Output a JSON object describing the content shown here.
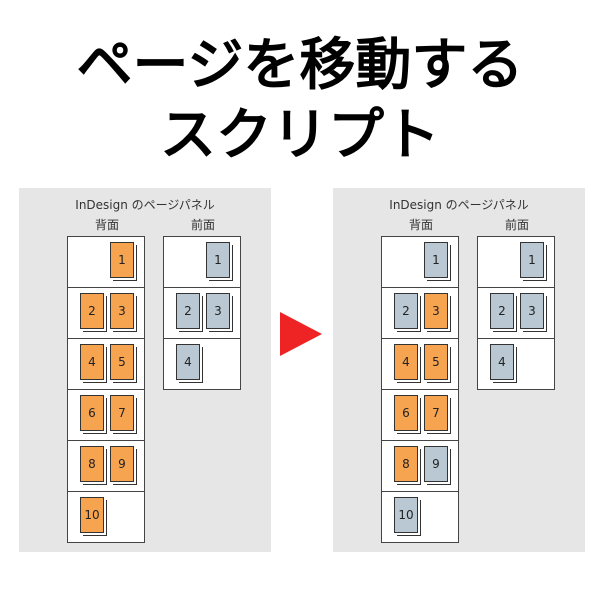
{
  "title": {
    "line1": "ページを移動する",
    "line2": "スクリプト"
  },
  "panels": [
    {
      "title": "InDesign のページパネル",
      "columns": [
        {
          "label": "背面",
          "rows": [
            [
              null,
              {
                "n": "1",
                "color": "orange"
              }
            ],
            [
              {
                "n": "2",
                "color": "orange"
              },
              {
                "n": "3",
                "color": "orange"
              }
            ],
            [
              {
                "n": "4",
                "color": "orange"
              },
              {
                "n": "5",
                "color": "orange"
              }
            ],
            [
              {
                "n": "6",
                "color": "orange"
              },
              {
                "n": "7",
                "color": "orange"
              }
            ],
            [
              {
                "n": "8",
                "color": "orange"
              },
              {
                "n": "9",
                "color": "orange"
              }
            ],
            [
              {
                "n": "10",
                "color": "orange"
              },
              null
            ]
          ]
        },
        {
          "label": "前面",
          "rows": [
            [
              null,
              {
                "n": "1",
                "color": "gray"
              }
            ],
            [
              {
                "n": "2",
                "color": "gray"
              },
              {
                "n": "3",
                "color": "gray"
              }
            ],
            [
              {
                "n": "4",
                "color": "gray"
              },
              null
            ]
          ]
        }
      ]
    },
    {
      "title": "InDesign のページパネル",
      "columns": [
        {
          "label": "背面",
          "rows": [
            [
              null,
              {
                "n": "1",
                "color": "gray"
              }
            ],
            [
              {
                "n": "2",
                "color": "gray"
              },
              {
                "n": "3",
                "color": "orange"
              }
            ],
            [
              {
                "n": "4",
                "color": "orange"
              },
              {
                "n": "5",
                "color": "orange"
              }
            ],
            [
              {
                "n": "6",
                "color": "orange"
              },
              {
                "n": "7",
                "color": "orange"
              }
            ],
            [
              {
                "n": "8",
                "color": "orange"
              },
              {
                "n": "9",
                "color": "gray"
              }
            ],
            [
              {
                "n": "10",
                "color": "gray"
              },
              null
            ]
          ]
        },
        {
          "label": "前面",
          "rows": [
            [
              null,
              {
                "n": "1",
                "color": "gray"
              }
            ],
            [
              {
                "n": "2",
                "color": "gray"
              },
              {
                "n": "3",
                "color": "gray"
              }
            ],
            [
              {
                "n": "4",
                "color": "gray"
              },
              null
            ]
          ]
        }
      ]
    }
  ],
  "colors": {
    "orange": "#f7a451",
    "gray": "#b9c8d3",
    "arrow": "#ee2424"
  }
}
